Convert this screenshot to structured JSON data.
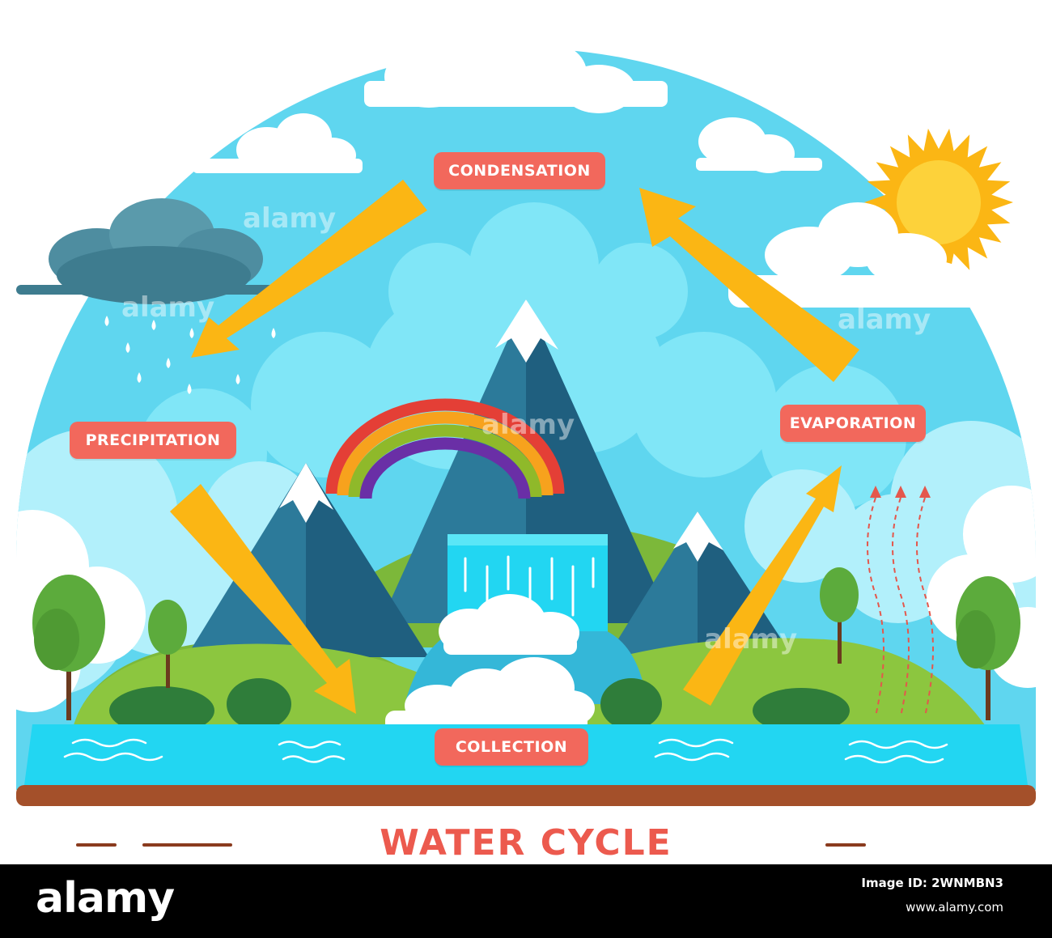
{
  "diagram": {
    "title": "WATER CYCLE",
    "stages": {
      "condensation": "CONDENSATION",
      "precipitation": "PRECIPITATION",
      "evaporation": "EVAPORATION",
      "collection": "COLLECTION"
    }
  },
  "watermark": {
    "brand": "alamy",
    "image_id": "Image ID: 2WNMBN3",
    "url": "www.alamy.com"
  },
  "icons": [
    "sun-icon",
    "rain-cloud-icon",
    "rainbow-icon",
    "waterfall-icon",
    "mountain-icon",
    "tree-icon",
    "cloud-icon",
    "arrow-icon"
  ],
  "colors": {
    "label_bg": "#f2685c",
    "title_text": "#ec5a4e",
    "arrow": "#fbb614",
    "sky": "#5fd6ef",
    "water": "#22d6f2",
    "grass": "#7cb83a",
    "ground": "#a4502a",
    "mountain": "#2c7a9a"
  }
}
